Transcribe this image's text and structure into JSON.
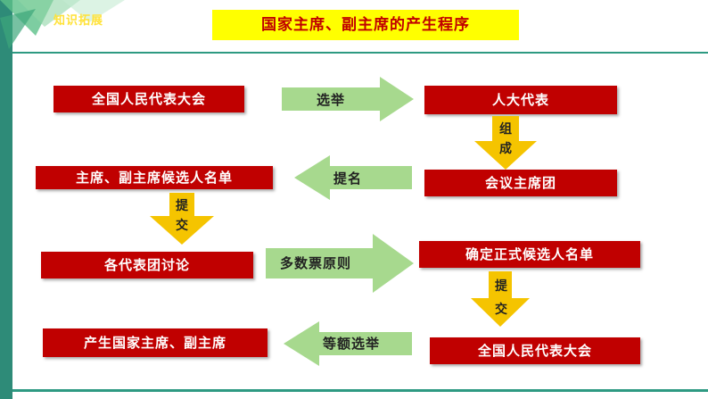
{
  "badge": "知识拓展",
  "title": "国家主席、副主席的产生程序",
  "boxes": {
    "npc_top": "全国人民代表大会",
    "deputies": "人大代表",
    "presidium": "会议主席团",
    "candidate_list": "主席、副主席候选人名单",
    "delegations": "各代表团讨论",
    "formal_list": "确定正式候选人名单",
    "npc_bottom": "全国人民代表大会",
    "result": "产生国家主席、副主席"
  },
  "arrows": {
    "elect": "选举",
    "form_1": "组",
    "form_2": "成",
    "nominate": "提名",
    "submit_1_a": "提",
    "submit_1_b": "交",
    "majority": "多数票原则",
    "submit_2_a": "提",
    "submit_2_b": "交",
    "equal": "等额选举"
  },
  "colors": {
    "box": "#c00000",
    "title_bg": "#ffff00",
    "green_arrow": "#a7d98e",
    "yellow_arrow": "#f5c400",
    "teal": "#2e8b78"
  }
}
